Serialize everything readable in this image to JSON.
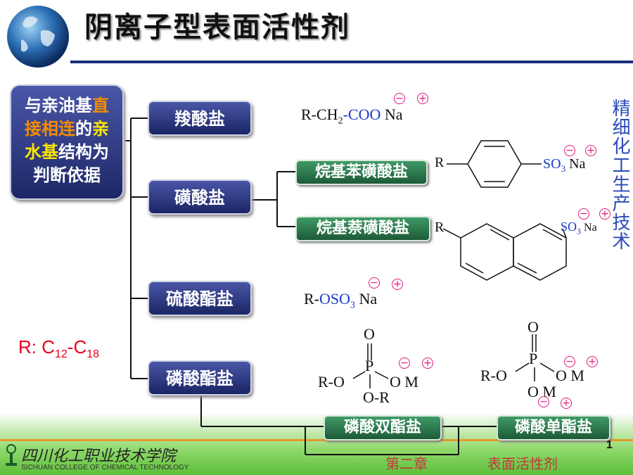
{
  "title": "阴离子型表面活性剂",
  "note_box": {
    "seg1": "与亲油基",
    "seg2": "直",
    "seg3": "接相连",
    "seg4": "的",
    "seg5": "亲",
    "seg6": "水基",
    "seg7": "结构为",
    "seg8": "判断依据"
  },
  "r_label": {
    "prefix": "R: C",
    "sub1": "12",
    "mid": "-C",
    "sub2": "18"
  },
  "vertical_text": "精细化工生产技术",
  "categories": {
    "carboxylate": "羧酸盐",
    "sulfonate": "磺酸盐",
    "sulfate": "硫酸酯盐",
    "phosphate": "磷酸酯盐"
  },
  "subcategories": {
    "alkylbenzene_sulfonate": "烷基苯磺酸盐",
    "alkylnaphthalene_sulfonate": "烷基萘磺酸盐",
    "phosphate_diester": "磷酸双酯盐",
    "phosphate_monoester": "磷酸单酯盐"
  },
  "formulas": {
    "carboxylate": {
      "a": "R-CH",
      "sub": "2",
      "b": "-",
      "c": "COO",
      "d": " Na"
    },
    "sulfate": {
      "a": "R-",
      "b": "OSO",
      "sub": "3",
      "c": " Na"
    },
    "benzene": {
      "r": "R",
      "so": "SO",
      "sub": "3",
      "na": " Na"
    },
    "naphthalene": {
      "r": "R",
      "so": "SO",
      "sub": "3",
      "na": " Na"
    },
    "diester": {
      "o": "O",
      "p": "P",
      "ro": "R-O",
      "om": "O M",
      "or": "O-R"
    },
    "monoester": {
      "o": "O",
      "p": "P",
      "ro": "R-O",
      "om": "O M",
      "om2": "O M"
    },
    "minus": "−",
    "plus": "+"
  },
  "footer": {
    "school_cn": "四川化工职业技术学院",
    "school_en": "SICHUAN COLLEGE OF CHEMICAL TECHNOLOGY",
    "chapter": "第二章",
    "subject": "表面活性剂",
    "page": "1"
  },
  "colors": {
    "category": "#1d2766",
    "subcategory": "#1d5a38",
    "accent_blue": "#1a3bc8",
    "charge": "#e0197d",
    "r_label": "#e4001b"
  }
}
